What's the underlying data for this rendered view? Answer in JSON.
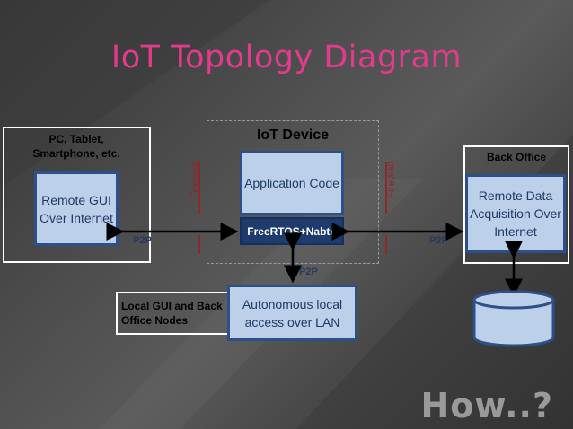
{
  "title": "IoT  Topology Diagram",
  "clients_label": "PC, Tablet, Smartphone, etc.",
  "remote_gui": "Remote GUI Over Internet",
  "device_label": "IoT Device",
  "app_code": "Application Code",
  "rtos": "FreeRTOS+Nabto",
  "back_office_label": "Back Office",
  "remote_data": "Remote Data Acquisition Over Internet",
  "local_label": "Local GUI and Back Office Nodes",
  "autonomous": "Autonomous local access over LAN",
  "p2p_left": "P2P",
  "p2p_right": "P2P",
  "p2p_down": "P2P",
  "firewall_left": "Firewall",
  "firewall_right": "Firewall",
  "how": "How..?",
  "colors": {
    "title": "#e23a8c",
    "box_fill": "#bcd0ea",
    "box_border": "#2d4f8a",
    "dark_box": "#1f3b6e",
    "firewall": "#8b2a2a"
  }
}
